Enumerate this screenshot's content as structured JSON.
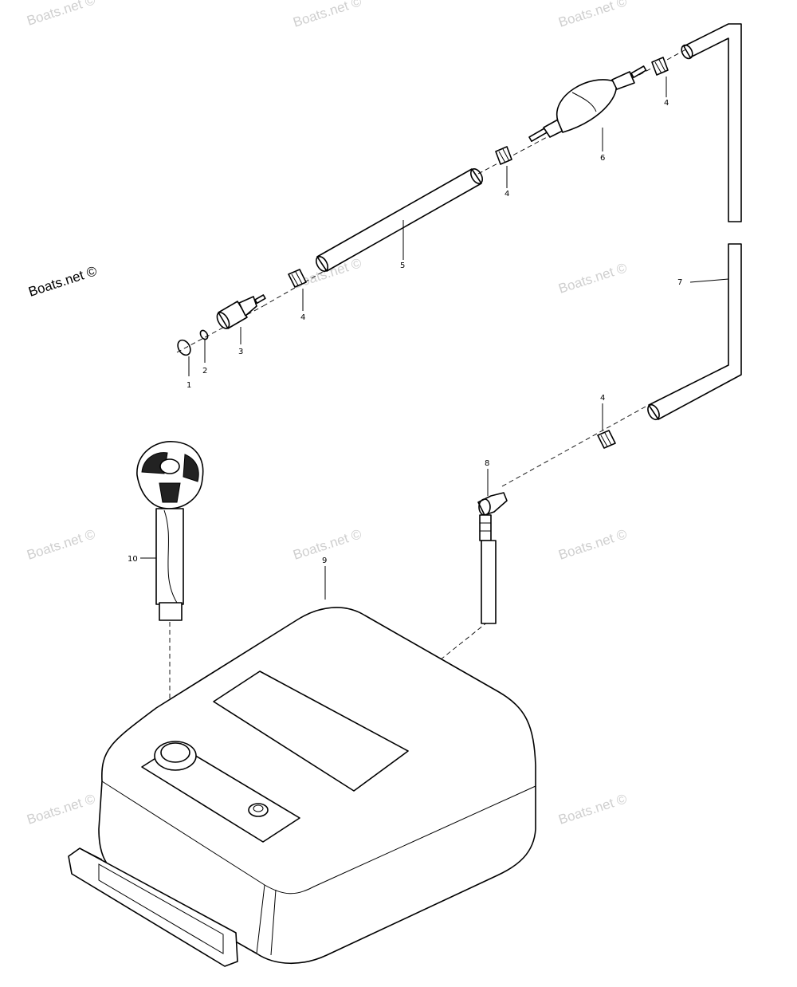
{
  "diagram": {
    "brand_label": "Boats.net ©",
    "watermark_text": "Boats.net ©",
    "callouts": {
      "c1": "1",
      "c2": "2",
      "c3": "3",
      "c4": "4",
      "c5": "5",
      "c6": "6",
      "c7": "7",
      "c8": "8",
      "c9": "9",
      "c10": "10"
    },
    "parts": [
      "o-ring",
      "washer",
      "connector",
      "hose-clamp",
      "fuel-hose",
      "primer-bulb",
      "fuel-line",
      "elbow-pickup",
      "fuel-tank",
      "fuel-gauge-cap"
    ]
  }
}
